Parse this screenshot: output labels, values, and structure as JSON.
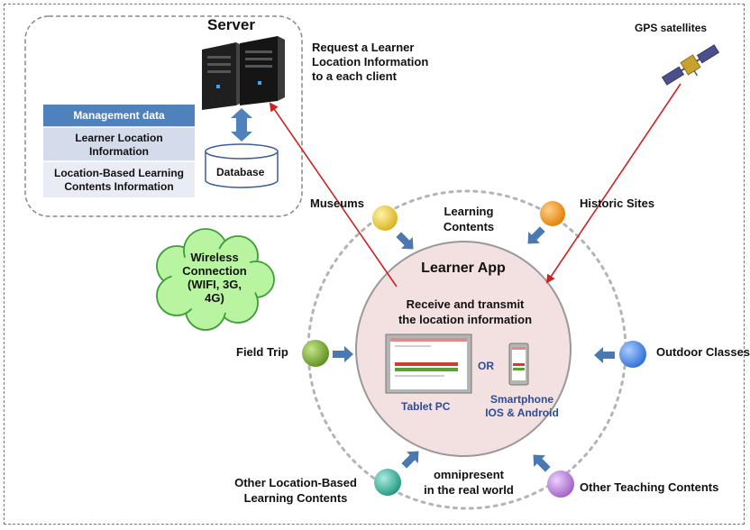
{
  "server": {
    "title": "Server",
    "request_text": "Request a Learner\nLocation Information\nto a each client",
    "mgmt_header": "Management data",
    "mgmt_row1": "Learner Location\nInformation",
    "mgmt_row2": "Location-Based Learning\nContents Information",
    "database": "Database"
  },
  "gps": {
    "label": "GPS satellites"
  },
  "wireless": {
    "text": "Wireless\nConnection\n(WIFI, 3G,\n4G)"
  },
  "nodes": {
    "museums": "Museums",
    "historic": "Historic Sites",
    "field_trip": "Field Trip",
    "outdoor": "Outdoor Classes",
    "other_location": "Other Location-Based\nLearning Contents",
    "other_teaching": "Other Teaching Contents"
  },
  "app": {
    "learning_contents": "Learning\nContents",
    "title": "Learner App",
    "receive_text": "Receive and transmit\nthe location information",
    "or": "OR",
    "tablet": "Tablet PC",
    "smartphone": "Smartphone\nIOS & Android",
    "omnipresent": "omnipresent\nin the real world"
  },
  "colors": {
    "museums": "#e6c52a",
    "historic": "#f0920f",
    "field_trip": "#6fa12a",
    "outdoor": "#3d7fe0",
    "other_location": "#2fae9a",
    "other_teaching": "#b57bd6",
    "app_fill": "#f3e1e1",
    "mgmt_header": "#4f81bd",
    "cloud": "#b9f5a0",
    "arrow_red": "#cc2222",
    "arrow_blue": "#4a78b0",
    "blue_text": "#2b4c9c"
  }
}
